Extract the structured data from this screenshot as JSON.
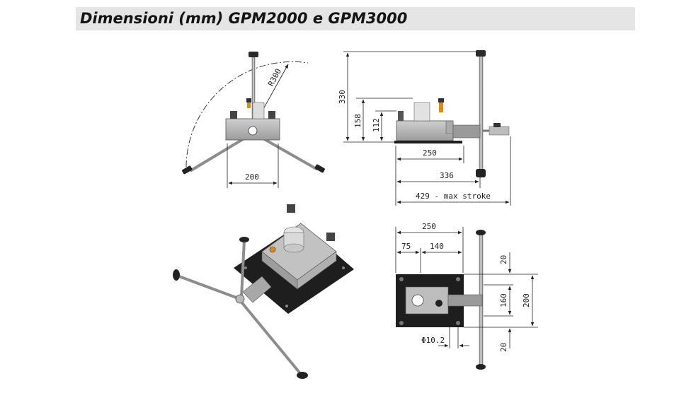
{
  "page": {
    "title": "Dimensioni (mm) GPM2000 e GPM3000"
  },
  "drawing": {
    "front_view": {
      "radius_label": "R300",
      "width_label": "200"
    },
    "side_view": {
      "total_height_label": "330",
      "height_158_label": "158",
      "height_112_label": "112",
      "base_length_label": "250",
      "body_length_label": "336",
      "max_stroke_label": "429 - max stroke"
    },
    "top_view": {
      "width_250_label": "250",
      "offset_75_label": "75",
      "spacing_140_label": "140",
      "margin_top_label": "20",
      "mid_160_label": "160",
      "total_200_label": "200",
      "margin_bottom_label": "20",
      "hole_dia_label": "Φ10.2"
    }
  },
  "colors": {
    "title_bar": "#e5e5e5",
    "body_metal": "#b9b9b9",
    "base_plate": "#1e1e1e",
    "brass_accent": "#e08a10",
    "dimension_line": "#222222"
  }
}
